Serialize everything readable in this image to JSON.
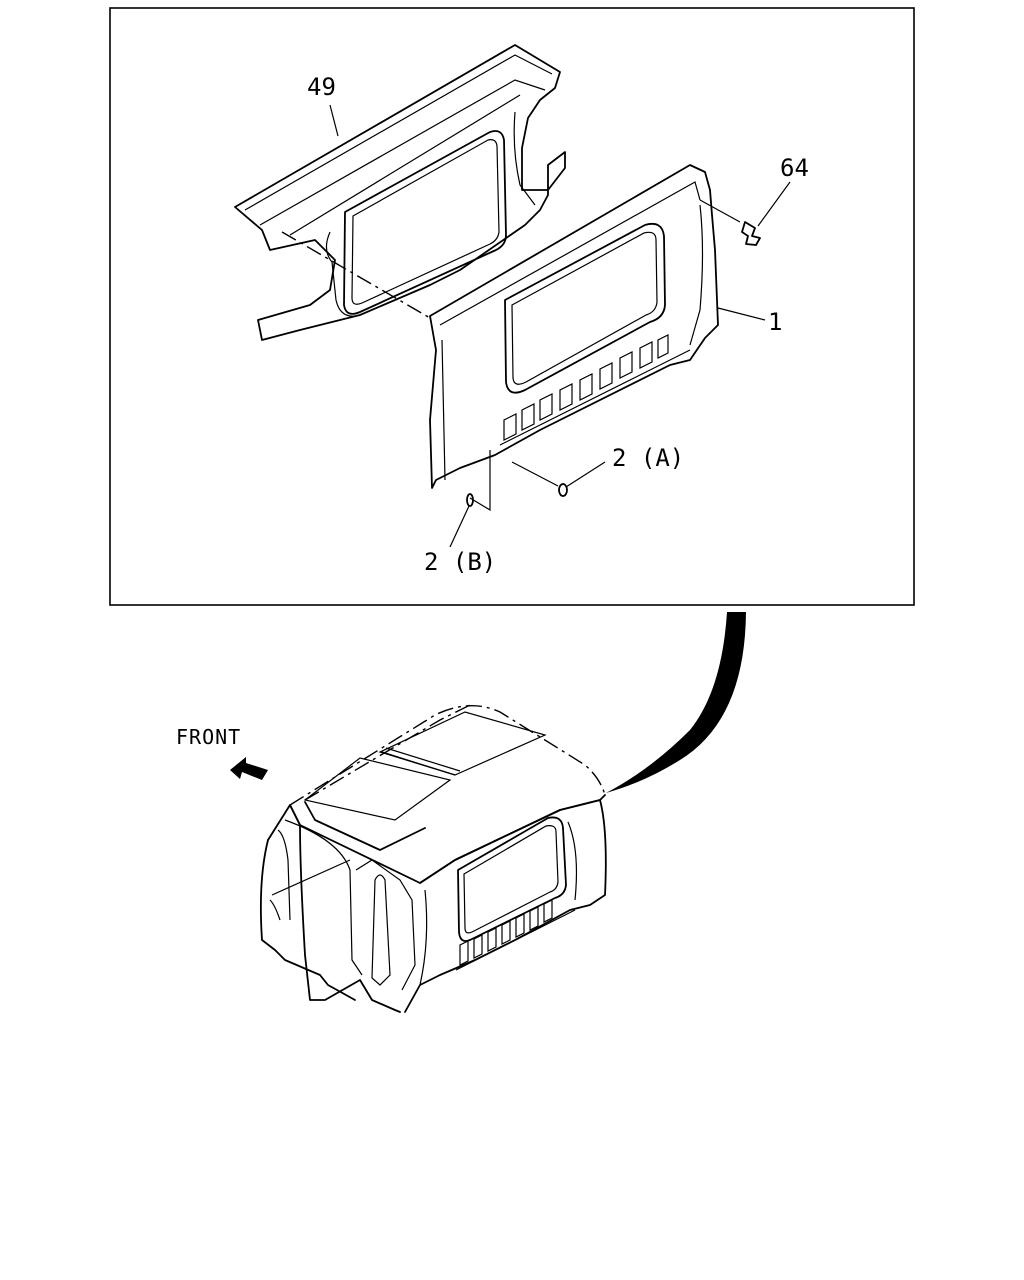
{
  "parts": {
    "p49": "49",
    "p64": "64",
    "p1": "1",
    "p2a": "2 (A)",
    "p2b": "2 (B)"
  },
  "orientation": {
    "front_label": "FRONT"
  }
}
